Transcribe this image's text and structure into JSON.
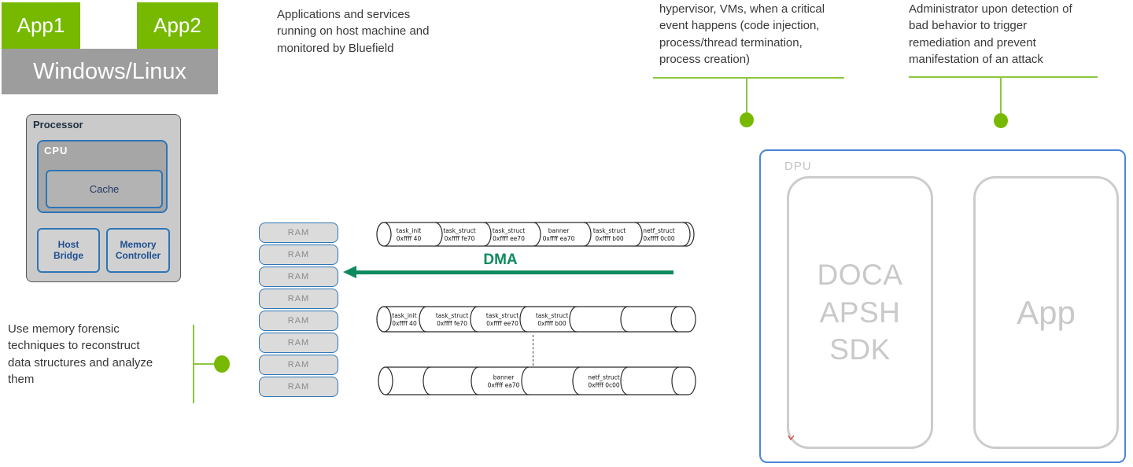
{
  "colors": {
    "nvidia_green": "#76b900",
    "line_green": "#8dc63f",
    "dma_green": "#0e8b5e",
    "blue_border": "#2e75b6",
    "dpu_border": "#4a86d8",
    "ghost_gray": "#c9c9c9"
  },
  "host_stack": {
    "app1": "App1",
    "app2": "App2",
    "os": "Windows/Linux"
  },
  "processor": {
    "title": "Processor",
    "cpu": "CPU",
    "cache": "Cache",
    "host_bridge": "Host Bridge",
    "memory_controller": "Memory Controller"
  },
  "annotations": {
    "apps_note": "Applications and services running on host machine and monitored by Bluefield",
    "events_note": "hypervisor, VMs, when a critical event happens (code injection, process/thread termination, process creation)",
    "admin_note": "Administrator upon detection of bad behavior to trigger remediation and prevent manifestation of an attack",
    "forensics_note": "Use memory forensic techniques to reconstruct data structures and analyze them"
  },
  "ram": {
    "label": "RAM",
    "count": 8
  },
  "dma": {
    "label": "DMA"
  },
  "dpu": {
    "label": "DPU",
    "sdk_lines": [
      "DOCA",
      "APSH",
      "SDK"
    ],
    "app": "App"
  },
  "memory_rows": [
    {
      "h": 32,
      "sep": ")",
      "tail": 14,
      "segments": [
        {
          "w": 75,
          "name": "task_init",
          "addr": "0xffff 40"
        },
        {
          "w": 62,
          "name": "task_struct",
          "addr": "0xffff fe70"
        },
        {
          "w": 63,
          "name": "task_struct",
          "addr": "0xffff ee70"
        },
        {
          "w": 64,
          "name": "banner",
          "addr": "0xffff ea70"
        },
        {
          "w": 65,
          "name": "task_struct",
          "addr": "0xffff b00"
        },
        {
          "w": 61,
          "name": "netf_struct",
          "addr": "0xffff 0c00"
        }
      ]
    },
    {
      "h": 34,
      "sep": "(",
      "tail": 22,
      "segments": [
        {
          "w": 64,
          "name": "task_init",
          "addr": "0xffff 40"
        },
        {
          "w": 65,
          "name": "task_struct",
          "addr": "0xffff fe70"
        },
        {
          "w": 63,
          "name": "task_struct",
          "addr": "0xffff ee70"
        },
        {
          "w": 63,
          "name": "task_struct",
          "addr": "0xffff b00"
        },
        {
          "w": 65
        },
        {
          "w": 64
        }
      ]
    },
    {
      "h": 37,
      "sep": "(",
      "tail": 21,
      "segments": [
        {
          "w": 67
        },
        {
          "w": 61
        },
        {
          "w": 64,
          "name": "banner",
          "addr": "0xffff ea70"
        },
        {
          "w": 65
        },
        {
          "w": 61,
          "name": "netf_struct",
          "addr": "0xffff 0c00"
        },
        {
          "w": 65
        }
      ]
    }
  ]
}
